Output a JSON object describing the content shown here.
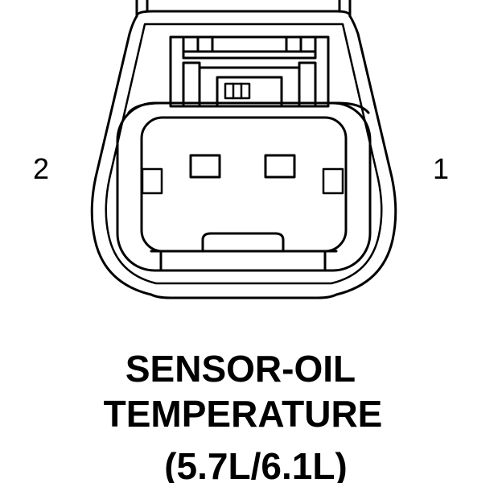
{
  "connector": {
    "pin_left_label": "2",
    "pin_right_label": "1"
  },
  "caption": {
    "line1": "SENSOR-OIL",
    "line2": "TEMPERATURE",
    "line3": "(5.7L/6.1L)"
  }
}
